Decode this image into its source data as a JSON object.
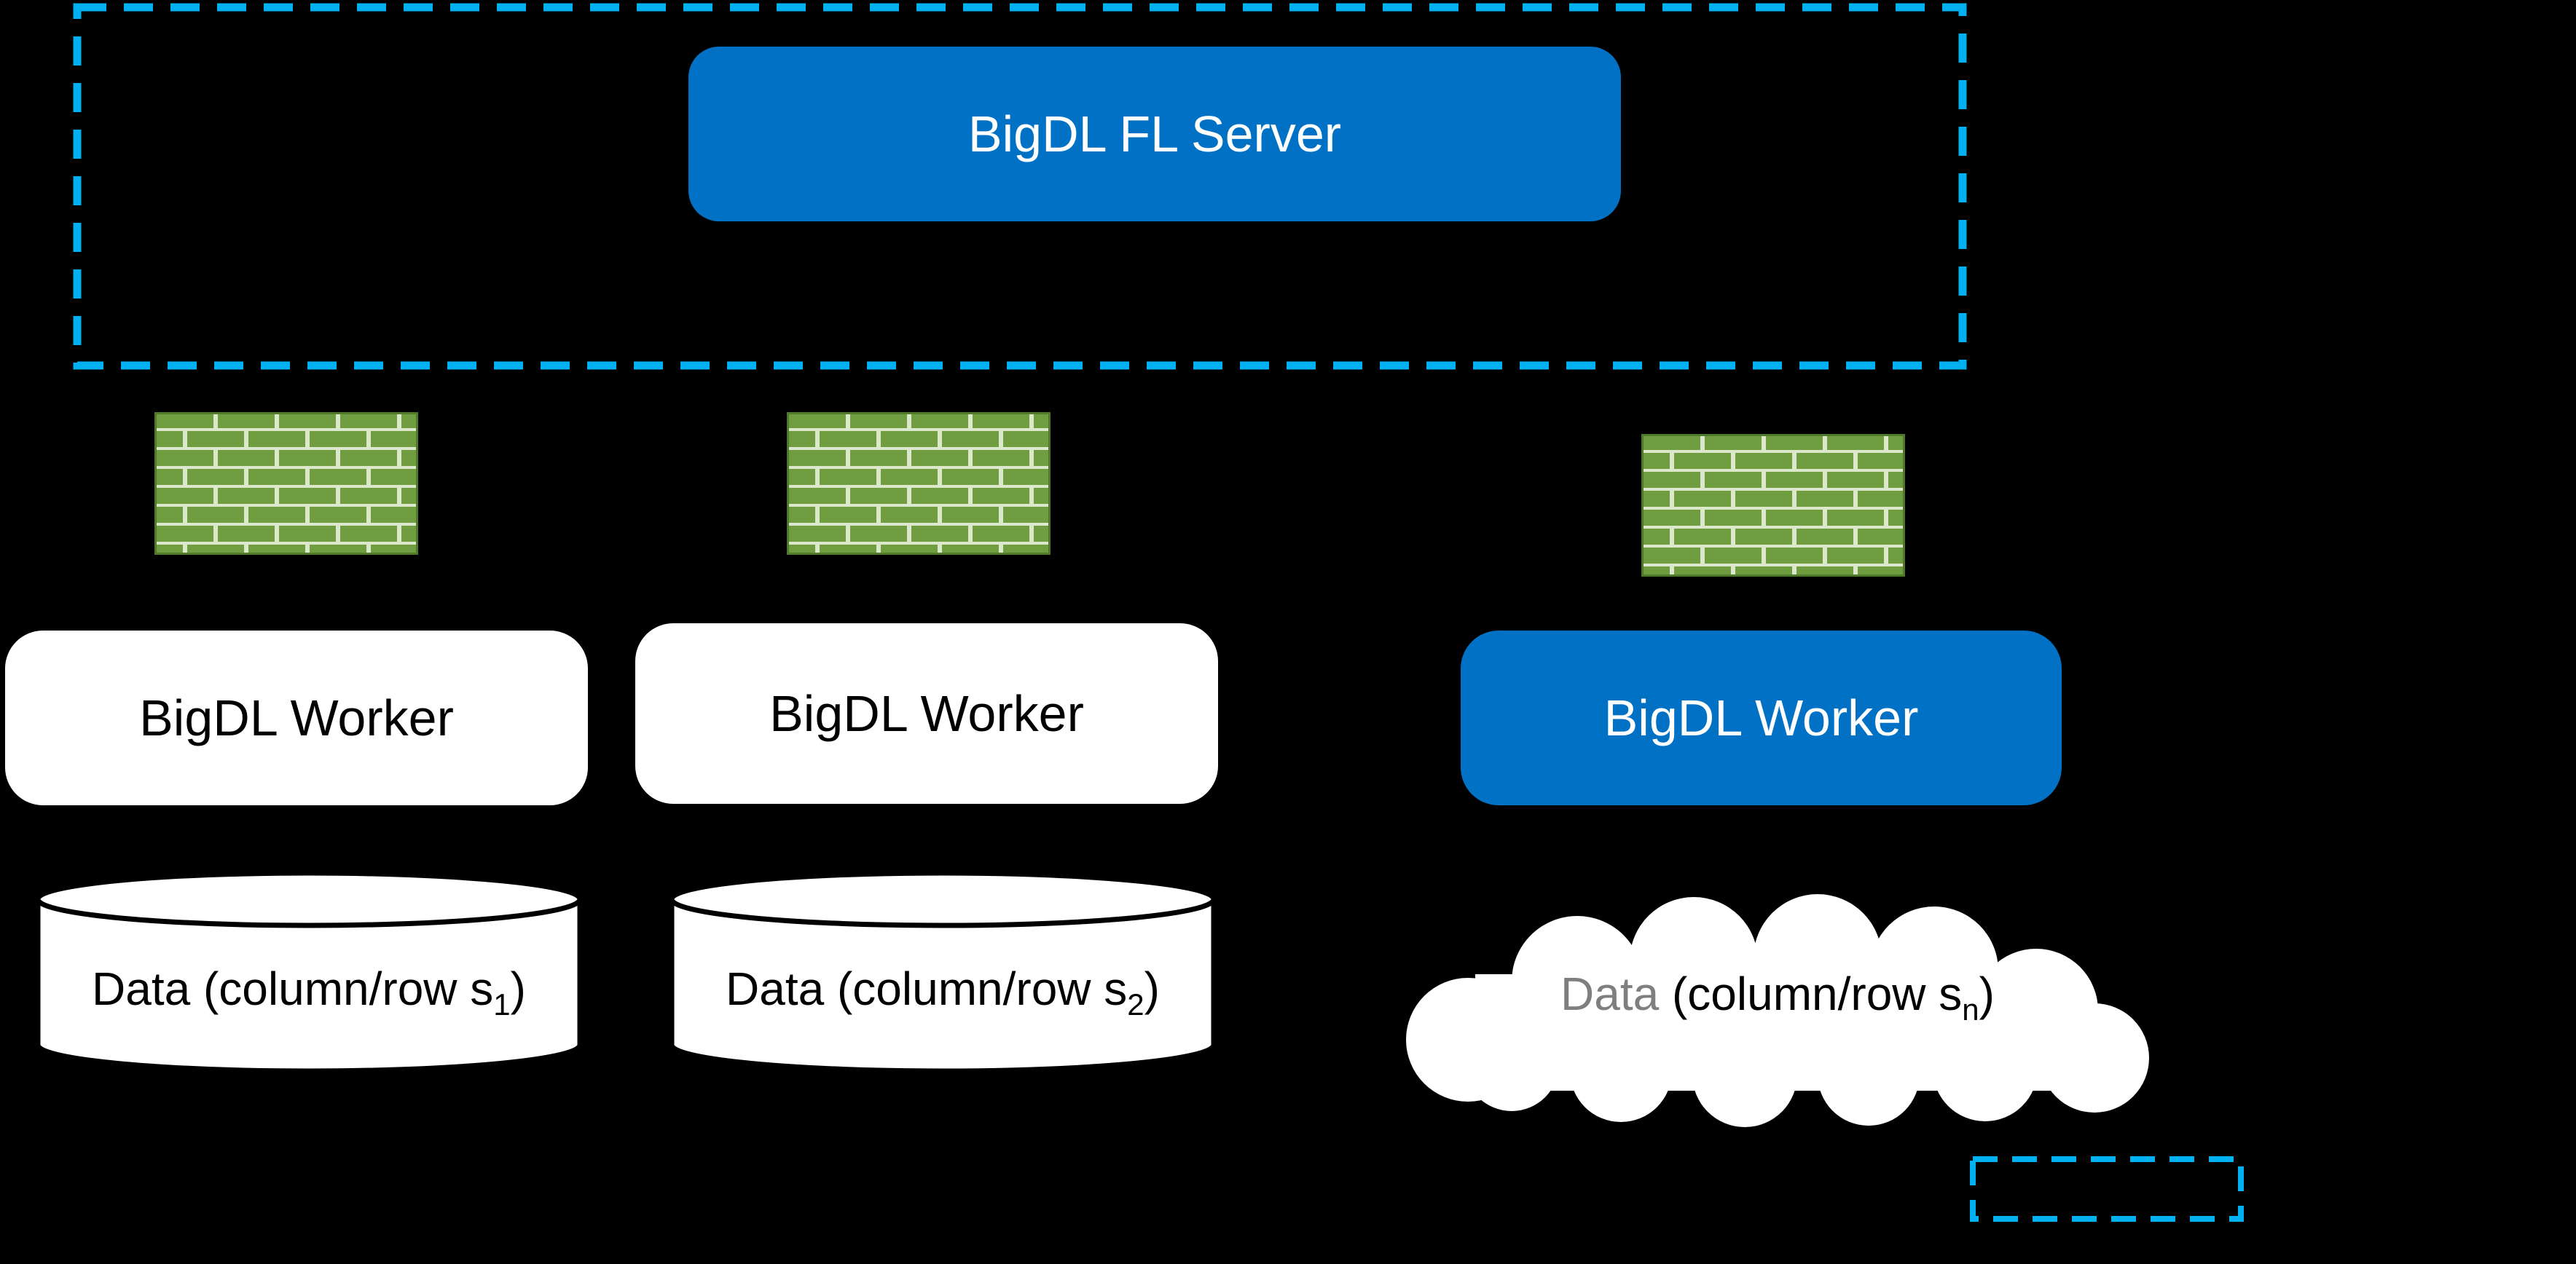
{
  "colors": {
    "background": "#000000",
    "accent_blue": "#0071c5",
    "dashed_border": "#00b0f0",
    "brick_green": "#6f9d3f",
    "brick_mortar": "#dce8cb",
    "brick_edge": "#4f7a2b",
    "cloud_text_gray": "#7f7f7f"
  },
  "server": {
    "label": "BigDL FL Server"
  },
  "workers": [
    {
      "label": "BigDL Worker"
    },
    {
      "label": "BigDL Worker"
    },
    {
      "label": "BigDL Worker"
    }
  ],
  "datastores": [
    {
      "head": "Data",
      "mid": " (column/row s",
      "sub": "1",
      "tail": ")"
    },
    {
      "head": "Data",
      "mid": " (column/row s",
      "sub": "2",
      "tail": ")"
    },
    {
      "head": "Data",
      "mid": " (column/row s",
      "sub": "n",
      "tail": ")"
    }
  ]
}
